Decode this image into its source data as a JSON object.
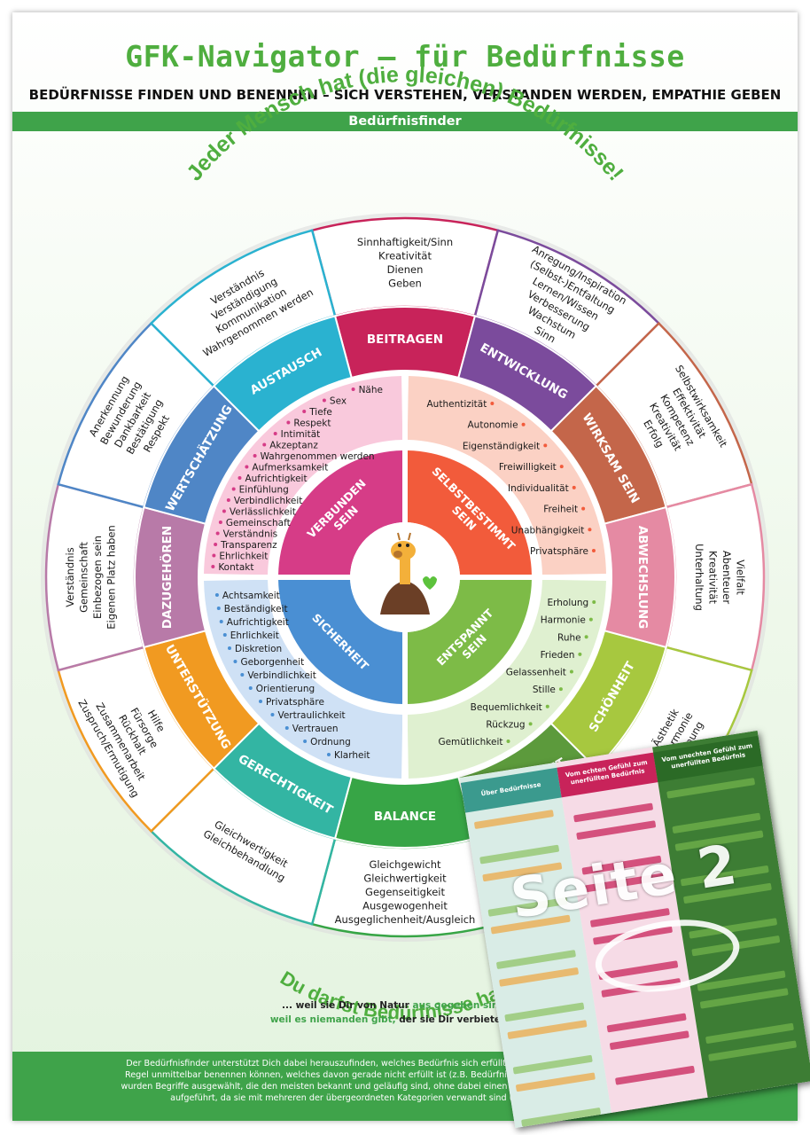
{
  "header": {
    "title": "GFK-Navigator – für Bedürfnisse",
    "subtitle": "BEDÜRFNISSE FINDEN UND BENENNEN – SICH VERSTEHEN, VERSTANDEN WERDEN, EMPATHIE GEBEN",
    "section": "Bedürfnisfinder"
  },
  "arc_top": "Jeder Mensch hat (die gleichen) Bedürfnisse!",
  "arc_bottom": "Du darfst Bedürfnisse haben",
  "tagline": {
    "line1a": "... weil sie Dir von Natur",
    "line1b": "aus gegeben sind und",
    "line2a": "weil es niemanden gibt,",
    "line2b": "der sie Dir verbieten kann."
  },
  "footer_lines": [
    "Der Bedürfnisfinder unterstützt Dich dabei herauszufinden, welches Bedürfnis sich erfüllt oder nicht erfüllt. Er verzichtet auf die Dar",
    "Regel unmittelbar benennen können, welches davon gerade nicht erfüllt ist (z.B. Bedürfnis nach Schlaf/Wärme/Essen). Um den Bedü",
    "wurden Begriffe ausgewählt, die den meisten bekannt und geläufig sind, ohne dabei einen Anspruch auf Vollständigkeit zu erheben. M",
    "aufgeführt, da sie mit mehreren der übergeordneten Kategorien verwandt sind (wie z.B. Ehrlichkeit mit „Verbun"
  ],
  "colors": {
    "green": "#3fa34a",
    "title_green": "#4fae3f"
  },
  "core": [
    {
      "label": "VERBUNDEN\nSEIN",
      "color": "#d63c87",
      "items": [
        "Nähe",
        "Sex",
        "Tiefe",
        "Respekt",
        "Intimität",
        "Akzeptanz",
        "Wahrgenommen werden",
        "Aufmerksamkeit",
        "Aufrichtigkeit",
        "Einfühlung",
        "Verbindlichkeit",
        "Verlässlichkeit",
        "Gemeinschaft",
        "Verständnis",
        "Transparenz",
        "Ehrlichkeit",
        "Kontakt"
      ]
    },
    {
      "label": "SELBSTBESTIMMT\nSEIN",
      "color": "#f25b3b",
      "items": [
        "Authentizität",
        "Autonomie",
        "Eigenständigkeit",
        "Freiwilligkeit",
        "Individualität",
        "Freiheit",
        "Unabhängigkeit",
        "Privatsphäre"
      ]
    },
    {
      "label": "ENTSPANNT\nSEIN",
      "color": "#7dbb47",
      "items": [
        "Erholung",
        "Harmonie",
        "Ruhe",
        "Frieden",
        "Gelassenheit",
        "Stille",
        "Bequemlichkeit",
        "Rückzug",
        "Gemütlichkeit"
      ]
    },
    {
      "label": "SICHERHEIT",
      "color": "#4a8fd3",
      "items": [
        "Achtsamkeit",
        "Beständigkeit",
        "Aufrichtigkeit",
        "Ehrlichkeit",
        "Diskretion",
        "Geborgenheit",
        "Verbindlichkeit",
        "Orientierung",
        "Privatsphäre",
        "Vertraulichkeit",
        "Vertrauen",
        "Ordnung",
        "Klarheit"
      ]
    }
  ],
  "sectors": [
    {
      "label": "BEITRAGEN",
      "color": "#c8235a",
      "items": [
        "Sinnhaftigkeit/Sinn",
        "Kreativität",
        "Dienen",
        "Geben"
      ]
    },
    {
      "label": "ENTWICKLUNG",
      "color": "#7b4b9c",
      "items": [
        "Anregung/Inspiration",
        "(Selbst-)Entfaltung",
        "Lernen/Wissen",
        "Verbesserung",
        "Wachstum",
        "Sinn"
      ]
    },
    {
      "label": "WIRKSAM SEIN",
      "color": "#c4664a",
      "items": [
        "Selbstwirksamkeit",
        "Effektivität",
        "Kompetenz",
        "Kreativität",
        "Erfolg"
      ]
    },
    {
      "label": "ABWECHSLUNG",
      "color": "#e58aa3",
      "items": [
        "Vielfalt",
        "Abenteuer",
        "Kreativität",
        "Unterhaltung"
      ]
    },
    {
      "label": "SCHÖNHEIT",
      "color": "#a7c83f",
      "items": [
        "Ästhetik",
        "Harmonie",
        "Ordnung"
      ]
    },
    {
      "label": "LEICHTIGKEIT",
      "color": "#5c9a3c",
      "items": []
    },
    {
      "label": "BALANCE",
      "color": "#37a546",
      "items": [
        "Gleichgewicht",
        "Gleichwertigkeit",
        "Gegenseitigkeit",
        "Ausgewogenheit",
        "Ausgeglichenheit/Ausgleich"
      ]
    },
    {
      "label": "GERECHTIGKEIT",
      "color": "#33b5a3",
      "items": [
        "Gleichwertigkeit",
        "Gleichbehandlung"
      ]
    },
    {
      "label": "UNTERSTÜTZUNG",
      "color": "#f19a21",
      "items": [
        "Hilfe",
        "Fürsorge",
        "Rückhalt",
        "Zusammenarbeit",
        "Zuspruch/Ermutigung"
      ]
    },
    {
      "label": "DAZUGEHÖREN",
      "color": "#b87aa8",
      "items": [
        "Verständnis",
        "Gemeinschaft",
        "Einbezogen sein",
        "Eigenen Platz haben"
      ]
    },
    {
      "label": "WERTSCHÄTZUNG",
      "color": "#4f86c6",
      "items": [
        "Anerkennung",
        "Bewunderung",
        "Dankbarkeit",
        "Bestätigung",
        "Respekt"
      ]
    },
    {
      "label": "AUSTAUSCH",
      "color": "#2ab2d0",
      "items": [
        "Verständnis",
        "Verständigung",
        "Kommunikation",
        "Wahrgenommen werden"
      ]
    }
  ],
  "book": {
    "seite": "Seite 2",
    "h1": "Über Bedürfnisse",
    "h2": "Vom echten Gefühl zum unerfüllten Bedürfnis",
    "h3": "Vom unechten Gefühl zum unerfüllten Bedürfnis"
  }
}
